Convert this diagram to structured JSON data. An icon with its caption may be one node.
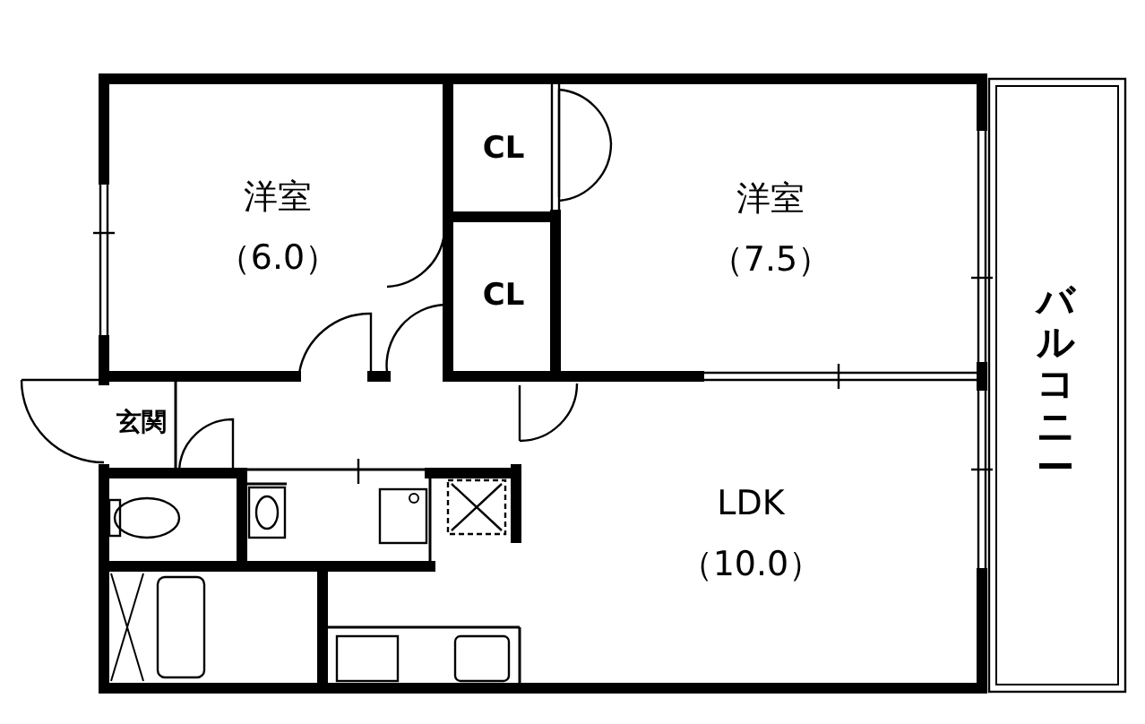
{
  "diagram": {
    "nodes": [
      {
        "text": [
          "洋室",
          "（6.0）"
        ]
      },
      {
        "text": [
          "CL"
        ]
      },
      {
        "text": [
          "CL"
        ]
      },
      {
        "text": [
          "洋室",
          "（7.5）"
        ]
      },
      {
        "text": [
          "バルコニー"
        ]
      },
      {
        "text": [
          "玄関"
        ]
      },
      {
        "text": [
          "LDK",
          "（10.0）"
        ]
      }
    ]
  }
}
